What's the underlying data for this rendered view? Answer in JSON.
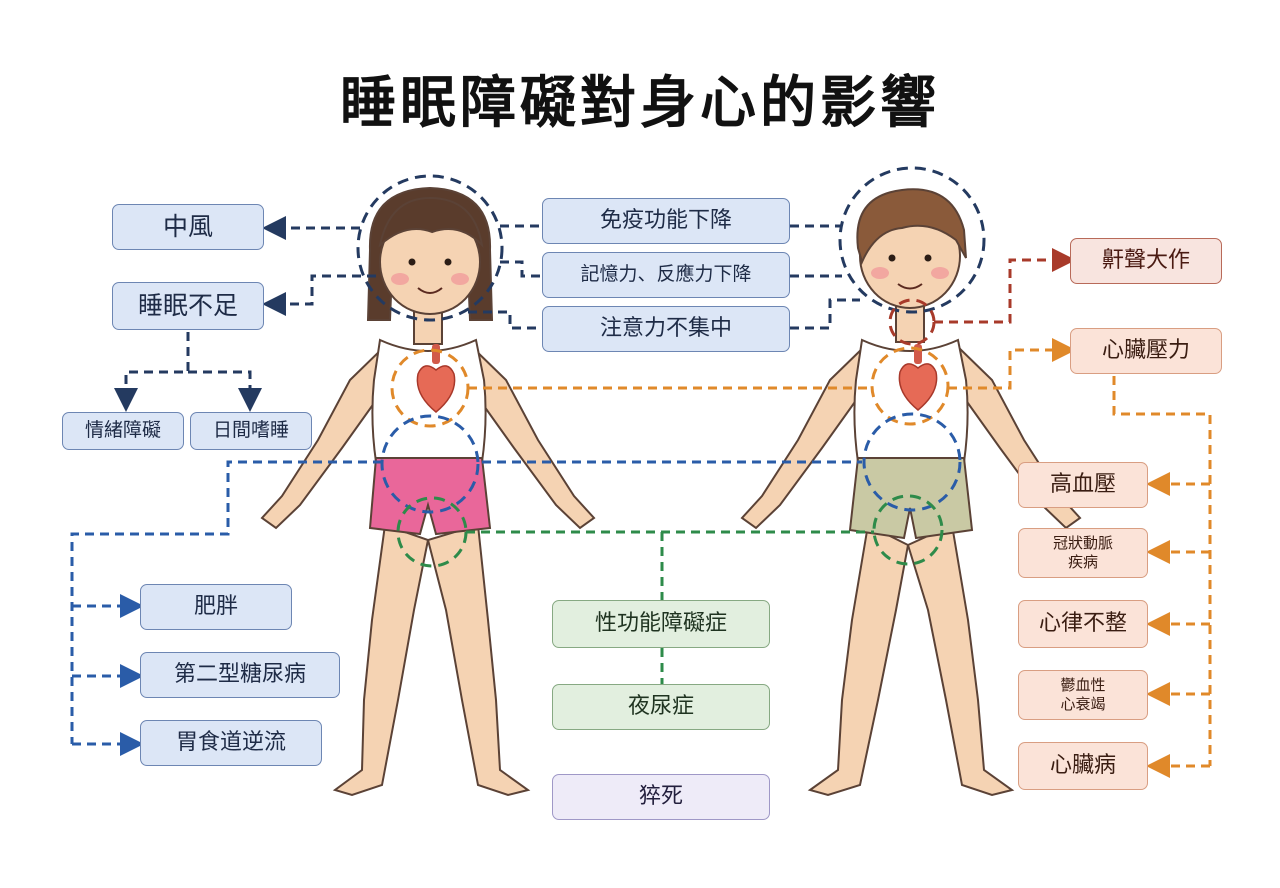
{
  "title": "睡眠障礙對身心的影響",
  "left_effects": {
    "stroke": "中風",
    "sleep_deprivation": "睡眠不足",
    "mood_disorder": "情緒障礙",
    "daytime_sleepiness": "日間嗜睡",
    "obesity": "肥胖",
    "diabetes": "第二型糖尿病",
    "reflux": "胃食道逆流"
  },
  "brain_effects": {
    "immunity": "免疫功能下降",
    "memory": "記憶力、反應力下降",
    "attention": "注意力不集中"
  },
  "center_effects": {
    "sexual_dysfunction": "性功能障礙症",
    "nocturia": "夜尿症",
    "sudden_death": "猝死"
  },
  "right_effects": {
    "snoring": "鼾聲大作",
    "cardiac_stress": "心臟壓力",
    "hypertension": "高血壓",
    "coronary_line1": "冠狀動脈",
    "coronary_line2": "疾病",
    "arrhythmia": "心律不整",
    "heart_failure_line1": "鬱血性",
    "heart_failure_line2": "心衰竭",
    "heart_disease": "心臟病"
  },
  "colors": {
    "navy": "#243a60",
    "blue": "#2a5ca8",
    "orange": "#e0892a",
    "green": "#2e8b4a",
    "red": "#a83a2a",
    "skin": "#f5d3b3",
    "hair": "#5a3c2c"
  }
}
